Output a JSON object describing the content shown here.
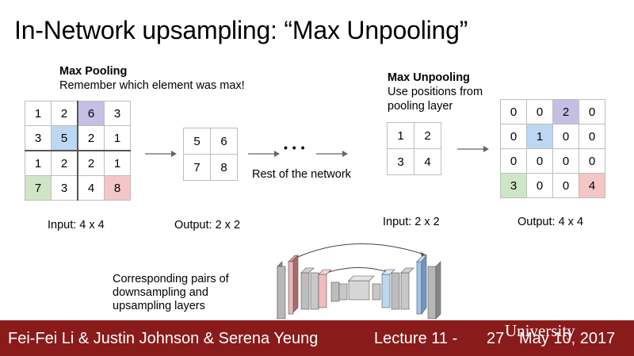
{
  "slide": {
    "title": "In-Network upsampling: “Max Unpooling”",
    "max_pooling": {
      "heading": "Max Pooling",
      "subtext": "Remember which element was max!",
      "input_grid": [
        [
          "1",
          "2",
          "6",
          "3"
        ],
        [
          "3",
          "5",
          "2",
          "1"
        ],
        [
          "1",
          "2",
          "2",
          "1"
        ],
        [
          "7",
          "3",
          "4",
          "8"
        ]
      ],
      "input_caption": "Input: 4 x 4",
      "output_grid": [
        [
          "5",
          "6"
        ],
        [
          "7",
          "8"
        ]
      ],
      "output_caption": "Output: 2 x 2"
    },
    "ellipsis": "• • •",
    "rest_label": "Rest of the network",
    "max_unpooling": {
      "heading": "Max Unpooling",
      "subtext_line1": "Use positions from",
      "subtext_line2": "pooling layer",
      "input_grid": [
        [
          "1",
          "2"
        ],
        [
          "3",
          "4"
        ]
      ],
      "input_caption": "Input: 2 x 2",
      "output_grid": [
        [
          "0",
          "0",
          "2",
          "0"
        ],
        [
          "0",
          "1",
          "0",
          "0"
        ],
        [
          "0",
          "0",
          "0",
          "0"
        ],
        [
          "3",
          "0",
          "0",
          "4"
        ]
      ],
      "output_caption": "Output: 4 x 4"
    },
    "pairs_caption_line1": "Corresponding pairs of",
    "pairs_caption_line2": "downsampling and",
    "pairs_caption_line3": "upsampling layers",
    "colors": {
      "purple": "#c6bfe3",
      "blue": "#bcd7f2",
      "green": "#cfe6c6",
      "red": "#f4c6c6",
      "footer": "#8a1b1b"
    }
  },
  "footer": {
    "authors": "Fei-Fei Li & Justin Johnson & Serena Yeung",
    "lecture": "Lecture 11 -",
    "date_day": "27",
    "date_overlay": "May 10, 2017",
    "watermark": "University"
  }
}
